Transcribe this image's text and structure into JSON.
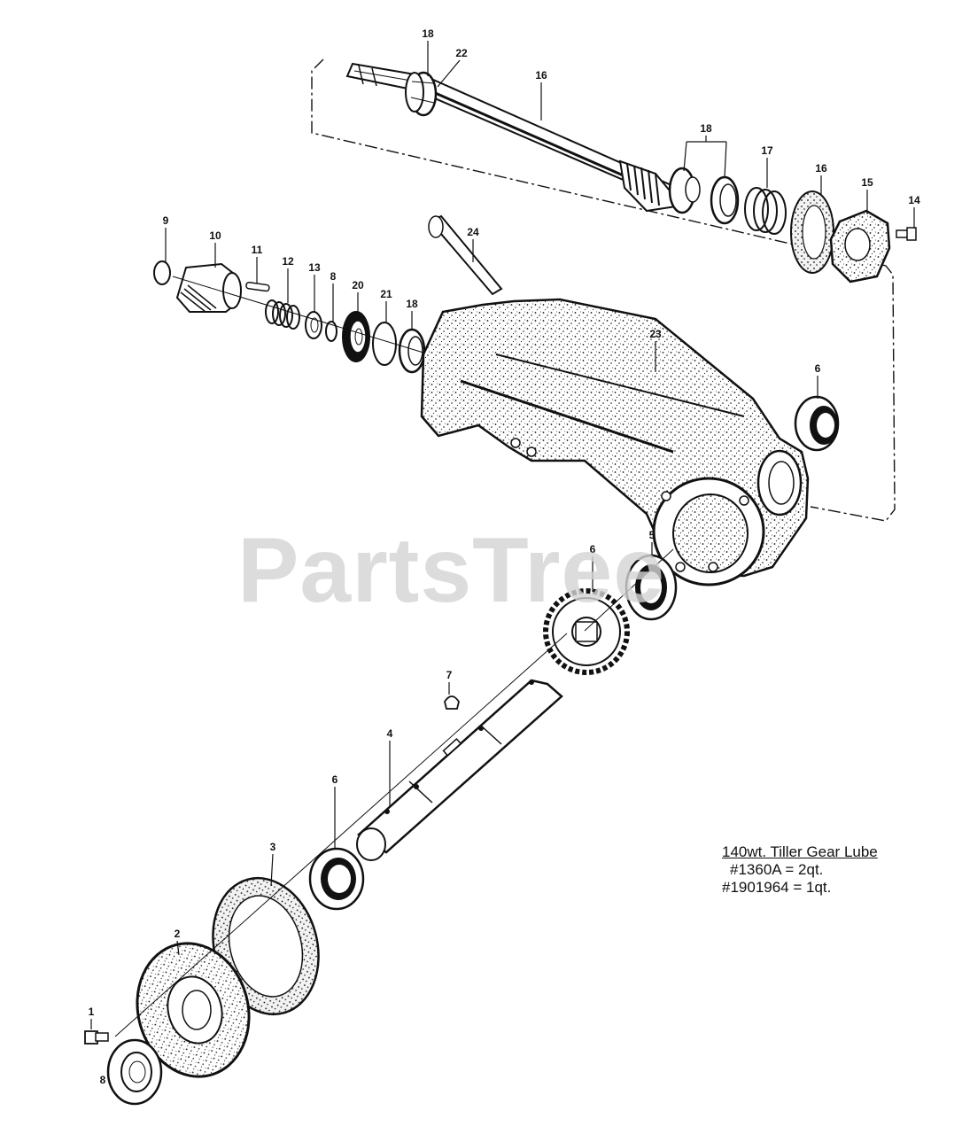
{
  "watermark": "PartsTree",
  "lube_note": {
    "title": "140wt. Tiller Gear Lube",
    "lines": [
      "#1360A = 2qt.",
      "#1901964 = 1qt."
    ]
  },
  "callouts": {
    "c1": "1",
    "c2": "2",
    "c3": "3",
    "c4": "4",
    "c5": "5",
    "c6a": "6",
    "c6b": "6",
    "c6c": "6",
    "c7": "7",
    "c8a": "8",
    "c8b": "8",
    "c9": "9",
    "c10": "10",
    "c11": "11",
    "c12": "12",
    "c13": "13",
    "c14": "14",
    "c15": "15",
    "c16a": "16",
    "c16b": "16",
    "c17": "17",
    "c18a": "18",
    "c18b": "18",
    "c18c": "18",
    "c20": "20",
    "c21": "21",
    "c22": "22",
    "c23": "23",
    "c24": "24"
  }
}
